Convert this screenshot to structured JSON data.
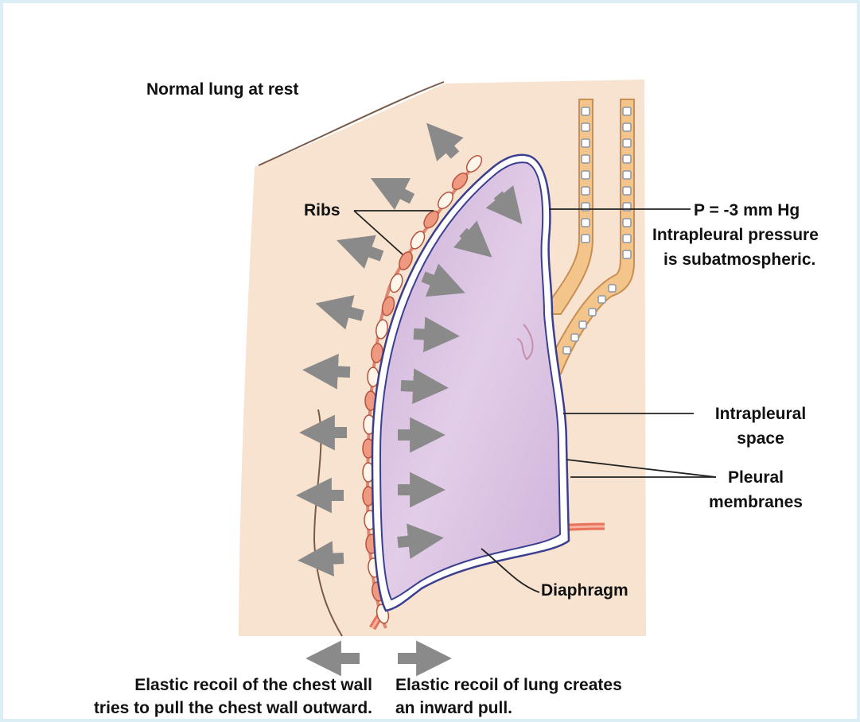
{
  "figure": {
    "title": "Normal lung at rest",
    "labels": {
      "ribs": "Ribs",
      "pressure_value": "P = -3 mm Hg",
      "pressure_line1": "Intrapleural pressure",
      "pressure_line2": "is subatmospheric.",
      "space_line1": "Intrapleural",
      "space_line2": "space",
      "membranes_line1": "Pleural",
      "membranes_line2": "membranes",
      "diaphragm": "Diaphragm",
      "chest_caption_line1": "Elastic recoil of the chest wall",
      "chest_caption_line2": "tries to pull the chest wall outward.",
      "lung_caption_line1": "Elastic recoil of lung creates",
      "lung_caption_line2": "an inward pull."
    },
    "colors": {
      "background": "#eef8fb",
      "tissue": "#f7e3cf",
      "lung_fill": "#dcc3e2",
      "pleura_outline": "#3b3f8f",
      "rib_fill": "#ef9a80",
      "airway": "#f3c58a",
      "diaphragm": "#e8735d",
      "arrow": "#8a8a8a"
    }
  }
}
